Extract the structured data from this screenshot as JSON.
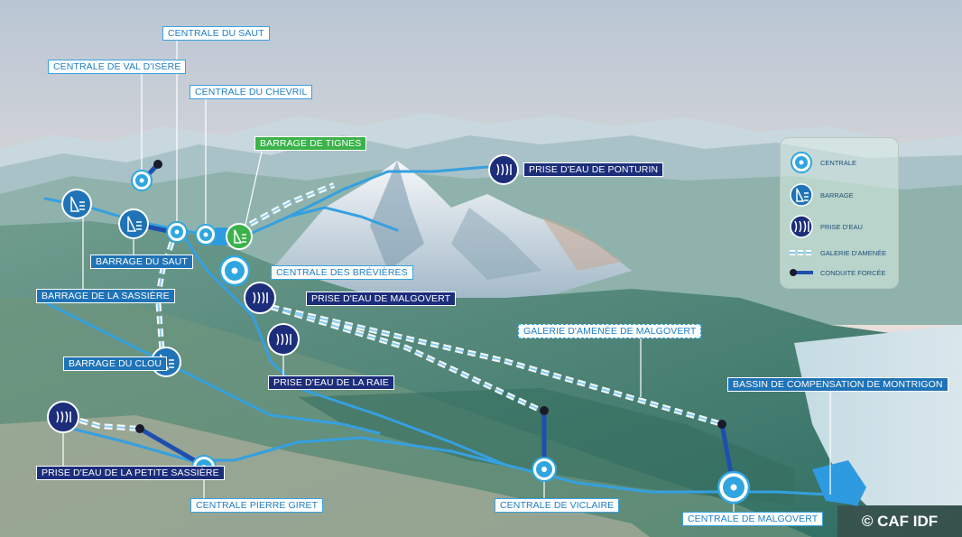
{
  "labels": {
    "centrale_saut": "CENTRALE DU SAUT",
    "centrale_val_disere": "CENTRALE DE VAL D'ISÈRE",
    "centrale_chevril": "CENTRALE DU CHEVRIL",
    "barrage_tignes": "BARRAGE DE TIGNES",
    "prise_ponturin": "PRISE D'EAU DE PONTURIN",
    "barrage_saut": "BARRAGE DU SAUT",
    "centrale_brevieres": "CENTRALE DES BRÉVIÈRES",
    "barrage_sassiere": "BARRAGE DE LA SASSIÈRE",
    "prise_malgovert": "PRISE D'EAU DE MALGOVERT",
    "galerie_malgovert": "GALERIE D'AMENÉE DE MALGOVERT",
    "barrage_clou": "BARRAGE DU CLOU",
    "prise_raie": "PRISE D'EAU DE LA RAIE",
    "bassin_montrigon": "BASSIN DE COMPENSATION DE MONTRIGON",
    "prise_petite_sassiere": "PRISE D'EAU DE LA PETITE SASSIÈRE",
    "centrale_pierre_giret": "CENTRALE PIERRE GIRET",
    "centrale_viclaire": "CENTRALE DE VICLAIRE",
    "centrale_malgovert": "CENTRALE DE MALGOVERT"
  },
  "legend": {
    "centrale": "CENTRALE",
    "barrage": "BARRAGE",
    "prise": "PRISE D'EAU",
    "galerie": "GALERIE D'AMENÉE",
    "conduite": "CONDUITE FORCÉE"
  },
  "copyright": "© CAF IDF",
  "icons": {
    "centrale": "turbine-icon",
    "barrage": "dam-icon",
    "prise": "water-intake-icon",
    "galerie": "dashed-tunnel-line",
    "conduite": "penstock-line"
  },
  "colors": {
    "centrale": "#2fa6e0",
    "barrage": "#1f73b7",
    "prise": "#1c2d7a",
    "tignes": "#3bb24a",
    "river": "#35a0e0",
    "penstock": "#1e4fb0"
  }
}
